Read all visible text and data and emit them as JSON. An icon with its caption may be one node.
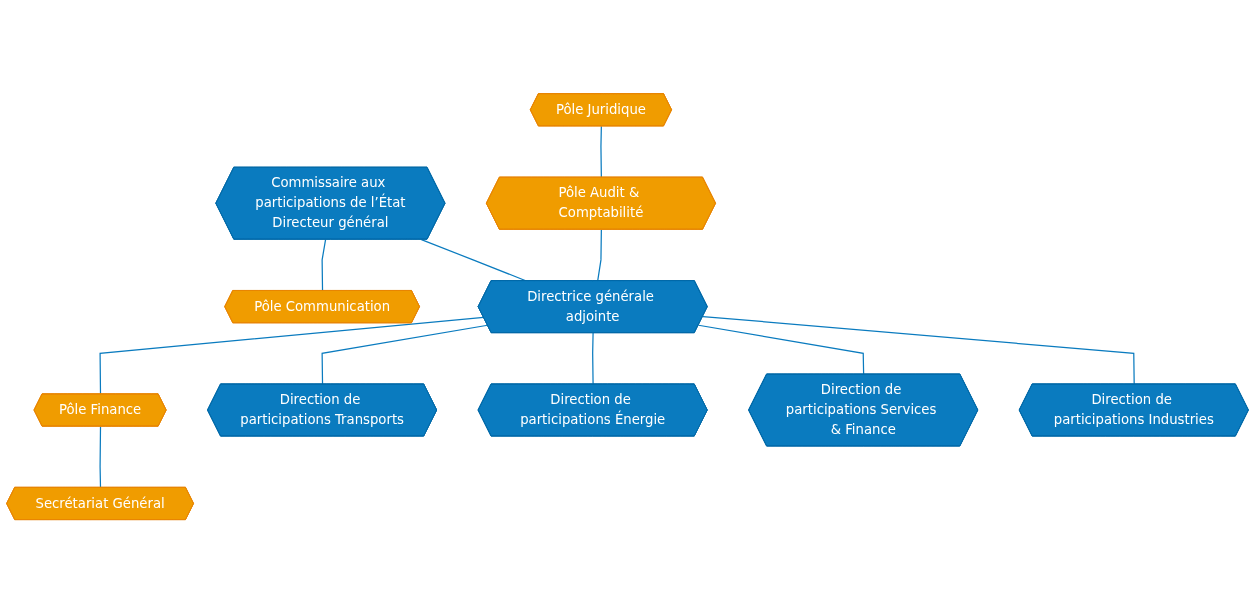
{
  "diagram": {
    "nodes": [
      {
        "text": [
          "Commissaire aux participations de l’État",
          "Directeur général"
        ]
      },
      {
        "text": [
          "Pôle Communication"
        ]
      },
      {
        "text": [
          "Pôle Juridique"
        ]
      },
      {
        "text": [
          "Pôle Audit & Comptabilité"
        ]
      },
      {
        "text": [
          "Directrice générale adjointe"
        ]
      },
      {
        "text": [
          "Pôle Finance"
        ]
      },
      {
        "text": [
          "Secrétariat Général"
        ]
      },
      {
        "text": [
          "Direction de participations Transports"
        ]
      },
      {
        "text": [
          "Direction de participations Énergie"
        ]
      },
      {
        "text": [
          "Direction de participations Services & Finance"
        ]
      },
      {
        "text": [
          "Direction de participations Industries"
        ]
      }
    ],
    "edges": [
      {
        "from": 0,
        "to": 1,
        "arrow": "none"
      },
      {
        "from": 0,
        "to": 4,
        "arrow": "none"
      },
      {
        "from": 2,
        "to": 3,
        "arrow": "none"
      },
      {
        "from": 3,
        "to": 4,
        "arrow": "none"
      },
      {
        "from": 4,
        "to": 5,
        "arrow": "none"
      },
      {
        "from": 5,
        "to": 6,
        "arrow": "none"
      },
      {
        "from": 4,
        "to": 7,
        "arrow": "none"
      },
      {
        "from": 4,
        "to": 8,
        "arrow": "none"
      },
      {
        "from": 4,
        "to": 9,
        "arrow": "none"
      },
      {
        "from": 4,
        "to": 10,
        "arrow": "none"
      }
    ]
  }
}
